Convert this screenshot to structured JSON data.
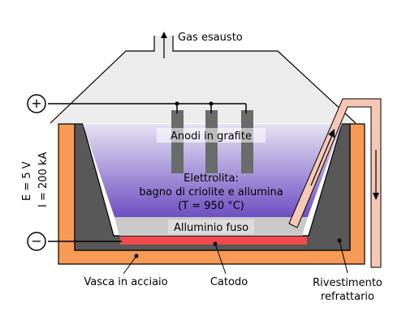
{
  "labels": {
    "exhaust_gas": "Gas esausto",
    "anodes": "Anodi in grafite",
    "electrolyte_line1": "Elettrolita:",
    "electrolyte_line2": "bagno di criolite e allumina",
    "electrolyte_line3": "(T = 950 °C)",
    "molten_aluminium": "Alluminio fuso",
    "steel_vessel": "Vasca in acciaio",
    "cathode": "Catodo",
    "lining_line1": "Rivestimento",
    "lining_line2": "refrattario",
    "voltage": "E = 5 V",
    "current": "I = 200 kA",
    "positive_terminal": "+",
    "negative_terminal": "−"
  },
  "colors": {
    "steel_vessel": "#f79a55",
    "refractory_lining": "#585858",
    "electrolyte_top": "#e6e3f3",
    "electrolyte_bottom": "#6e4fc2",
    "molten_aluminium": "#c9c9c9",
    "cathode": "#f04a4a",
    "anode": "#6b6b6b",
    "tap_pipe": "#f7c7b5",
    "hood": "#ececec"
  }
}
